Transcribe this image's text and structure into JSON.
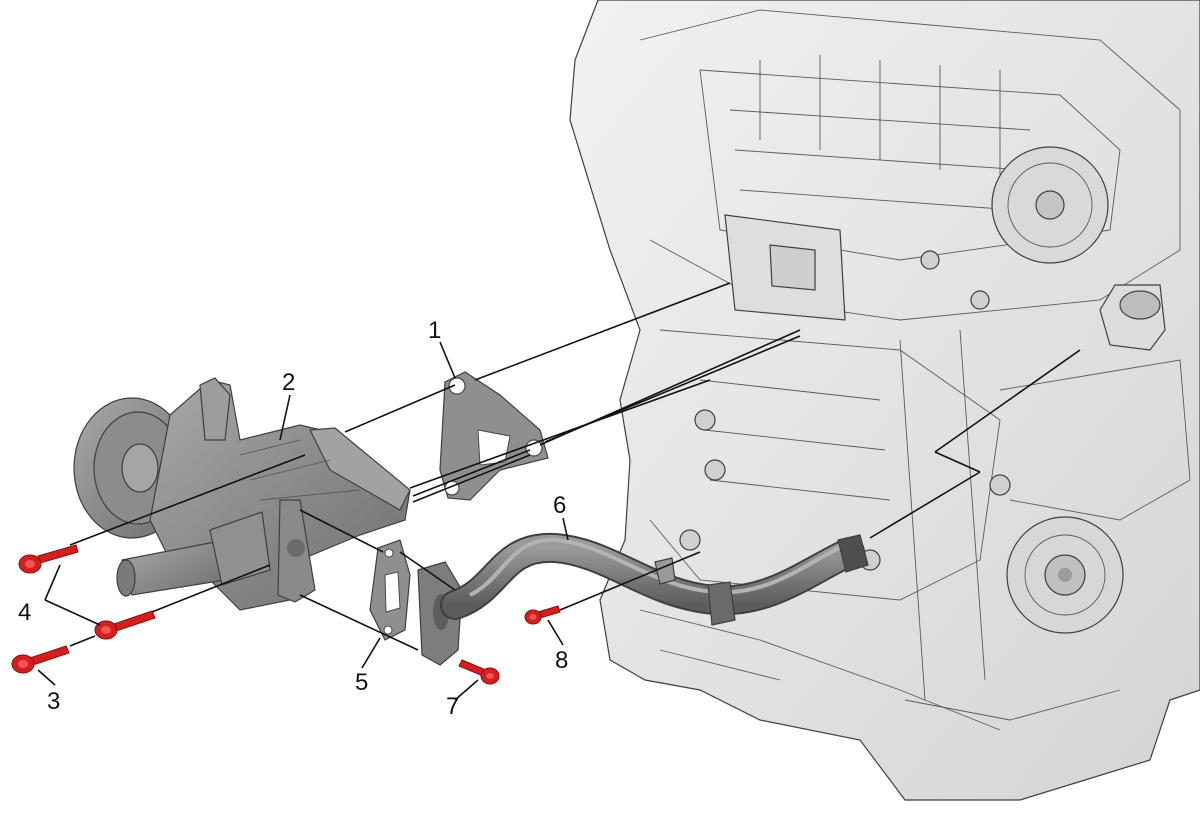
{
  "callouts": {
    "c1": "1",
    "c2": "2",
    "c3": "3",
    "c4": "4",
    "c5": "5",
    "c6": "6",
    "c7": "7",
    "c8": "8"
  },
  "colors": {
    "fastener": "#d21f1f",
    "engine": "#e6e6e6"
  }
}
